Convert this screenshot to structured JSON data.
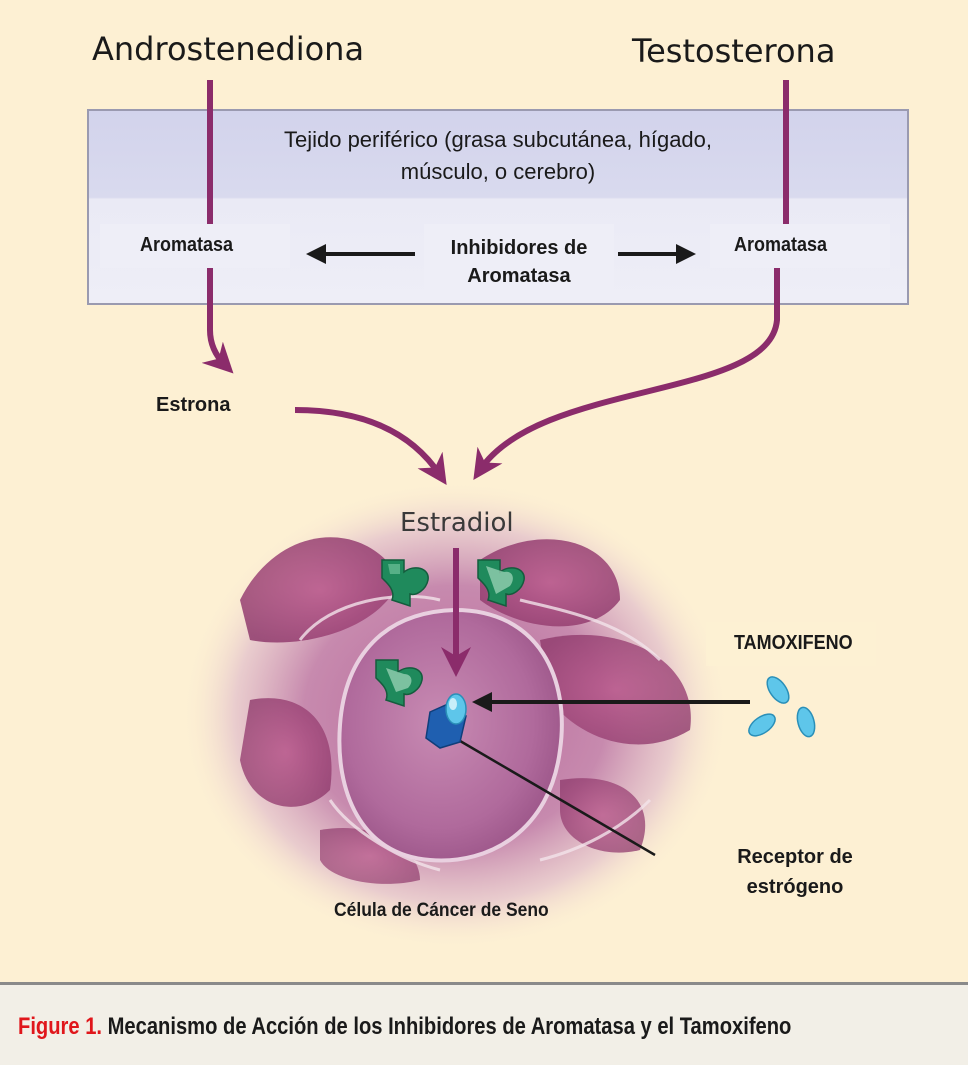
{
  "top_labels": {
    "left": "Androstenediona",
    "right": "Testosterona"
  },
  "tissue_box": {
    "title_line1": "Tejido periférico (grasa subcutánea, hígado,",
    "title_line2": "músculo, o cerebro)",
    "left_enzyme": "Aromatasa",
    "right_enzyme": "Aromatasa",
    "inhibitors_line1": "Inhibidores de",
    "inhibitors_line2": "Aromatasa"
  },
  "labels": {
    "estrone": "Estrona",
    "estradiol": "Estradiol",
    "tamoxifen": "TAMOXIFENO",
    "receptor_line1": "Receptor de",
    "receptor_line2": "estrógeno",
    "cell": "Célula de Cáncer de Seno"
  },
  "caption": {
    "prefix": "Figure 1.",
    "text": " Mecanismo de Acción de los Inhibidores de Aromatasa y el Tamoxifeno"
  },
  "colors": {
    "background": "#fdf0d3",
    "pathway_arrow": "#8b2c6b",
    "inhibitor_shape": "#1f8a5c",
    "tamoxifen": "#5ec6ea",
    "receptor": "#1f5fb0",
    "caption_prefix": "#e0161b"
  },
  "icons": {
    "inhibitor": "aromatase-inhibitor-icon",
    "tamoxifen": "tamoxifen-molecule-icon",
    "receptor": "estrogen-receptor-icon"
  }
}
